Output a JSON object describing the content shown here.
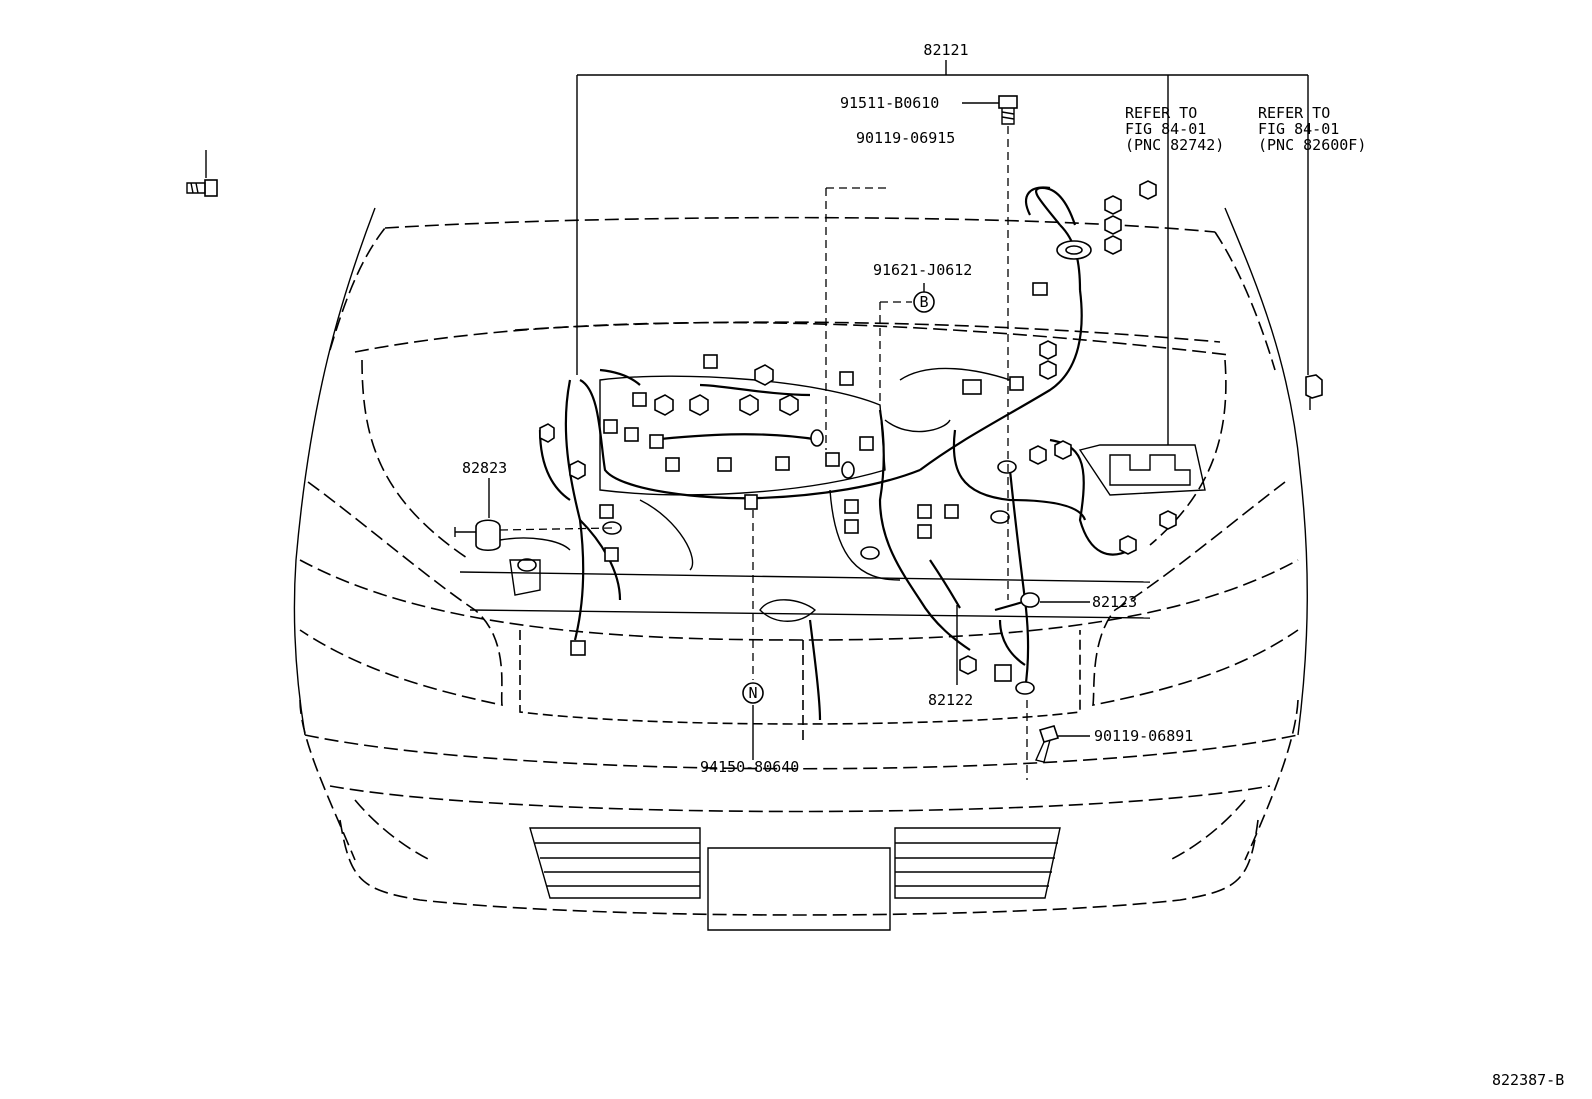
{
  "labels": {
    "part_82121": "82121",
    "bolt_91511": "91511-B0610",
    "bolt_90119_06915": "90119-06915",
    "bolt_91621": "91621-J0612",
    "marker_b": "B",
    "part_82823": "82823",
    "part_82123": "82123",
    "part_82122": "82122",
    "marker_n": "N",
    "clip_94150": "94150-80640",
    "bolt_90119_06891": "90119-06891",
    "figure_id": "822387-B"
  },
  "refers": [
    {
      "line1": "REFER TO",
      "line2": "FIG 84-01",
      "line3": "(PNC 82742)"
    },
    {
      "line1": "REFER TO",
      "line2": "FIG 84-01",
      "line3": "(PNC 82600F)"
    }
  ]
}
